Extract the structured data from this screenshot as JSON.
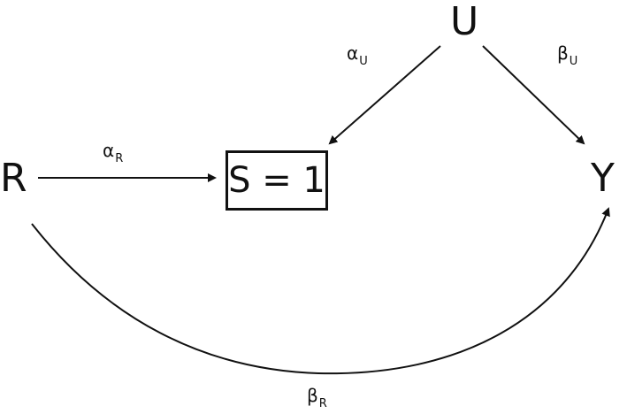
{
  "nodes": {
    "u": "U",
    "r": "R",
    "s": "S = 1",
    "y": "Y"
  },
  "edges": {
    "r_to_s": {
      "symbol": "α",
      "subscript": "R"
    },
    "u_to_s": {
      "symbol": "α",
      "subscript": "U"
    },
    "u_to_y": {
      "symbol": "β",
      "subscript": "U"
    },
    "r_to_y": {
      "symbol": "β",
      "subscript": "R"
    }
  },
  "colors": {
    "ink": "#111111",
    "background": "#ffffff"
  }
}
